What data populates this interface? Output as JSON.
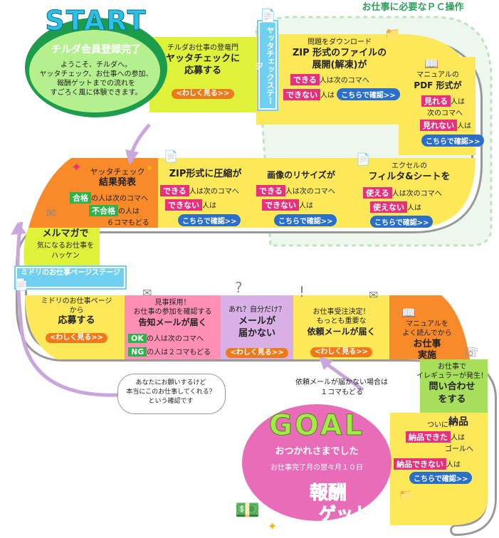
{
  "start": {
    "title": "START",
    "subtitle": "チルダ会員登録完了",
    "desc1": "ようこそ、チルダへ。",
    "desc2": "ヤッタチェック、お仕事への参加、",
    "desc3": "報酬ゲットまでの流れを",
    "desc4": "すごろく風に体験できます。"
  },
  "pc_note": "お仕事に必要なＰＣ操作",
  "stage1": "ヤッタチェックステージ",
  "stage2": "ミドリのお仕事ページステージ",
  "apply": {
    "line1": "チルダお仕事の登竜門",
    "line2": "ヤッタチェックに",
    "line3": "応募する",
    "btn": "<わしく見る>>"
  },
  "zip_dl": {
    "line1": "問題をダウンロード",
    "line2": "ZIP 形式のファイルの",
    "line3": "展開(解凍)が",
    "ok": "できる",
    "ok_rest": "人は次のコマへ",
    "ng": "できない",
    "ng_rest": "人は",
    "btn": "こちらで確認>>"
  },
  "pdf": {
    "line1": "マニュアルの",
    "line2": "PDF 形式が",
    "ok": "見れる",
    "ok_rest": "人は",
    "ok_rest2": "次のコマへ",
    "ng": "見れない",
    "ng_rest": "人は",
    "btn": "こちらで確認>>"
  },
  "excel": {
    "line1": "エクセルの",
    "line2": "フィルタ&シートを",
    "ok": "使える",
    "ok_rest": "人は次のコマへ",
    "ng": "使えない",
    "ng_rest": "人は",
    "btn": "こちらで確認>>"
  },
  "resize": {
    "line1": "画像のリサイズが",
    "ok": "できる",
    "ok_rest": "人は次のコマへ",
    "ng": "できない",
    "ng_rest": "人は",
    "btn": "こちらで確認>>"
  },
  "zip_zip": {
    "line1": "ZIP形式に圧縮が",
    "ok": "できる",
    "ok_rest": "人は次のコマへ",
    "ng": "できない",
    "ng_rest": "人は",
    "btn": "こちらで確認>>"
  },
  "result": {
    "line1": "ヤッタチェック",
    "line2": "結果発表",
    "ok": "合格",
    "ok_rest": "の人は次のコマへ",
    "ng": "不合格",
    "ng_rest": "の人は",
    "ng_rest2": "６コマもどる"
  },
  "mailmag": {
    "line1": "メルマガで",
    "line2": "気になるお仕事を",
    "line3": "ハッケン"
  },
  "apply2": {
    "line1": "ミドリのお仕事ページ",
    "line2": "から",
    "line3": "応募する",
    "btn": "<わしく見る>>"
  },
  "notice": {
    "line1": "見事採用！",
    "line2": "お仕事の参加を確認する",
    "line3": "告知メールが届く",
    "ok": "OK",
    "ok_rest": "の人は次のコマへ",
    "ng": "NG",
    "ng_rest": "の人は２コマもどる"
  },
  "nomail": {
    "line1": "あれ？自分だけ？",
    "line2": "メールが",
    "line3": "届かない",
    "btn": "<わしく見る>>"
  },
  "request": {
    "line1": "お仕事受注決定！",
    "line2": "もっとも重要な",
    "line3": "依頼メールが届く",
    "btn": "<わしく見る>>"
  },
  "manual": {
    "line1": "マニュアルを",
    "line2": "よく読んでから",
    "line3": "お仕事",
    "line4": "実施"
  },
  "irregular": {
    "line1": "お仕事で",
    "line2": "イレギュラーが発生！",
    "line3": "問い合わせ",
    "line4": "をする"
  },
  "deliver": {
    "line1": "ついに！",
    "line2": "納品",
    "ok": "納品できた",
    "ok_rest": "人は",
    "ok_rest2": "ゴールへ",
    "ng": "納品できない",
    "ng_rest": "人は",
    "btn": "こちらで確認>>"
  },
  "bubble": {
    "line1": "あなたにお願いするけど",
    "line2": "本当にこのお仕事してくれる？",
    "line3": "という確認です"
  },
  "back_note": {
    "line1": "依頼メールが届かない場合は",
    "line2": "１コマもどる"
  },
  "goal": {
    "title": "GOAL",
    "line1": "おつかれさまでした",
    "line2": "お仕事完了月の翌々月１０日",
    "line3": "報酬",
    "line4": "ゲット"
  },
  "colors": {
    "lime": "#dff23a",
    "yellow": "#fde85a",
    "orange": "#f98a2a",
    "pink": "#ff8fb5",
    "purple": "#d8b0e6",
    "green": "#a7df5a",
    "goal": "#e86cb7",
    "stage": "#6fd0f2"
  }
}
